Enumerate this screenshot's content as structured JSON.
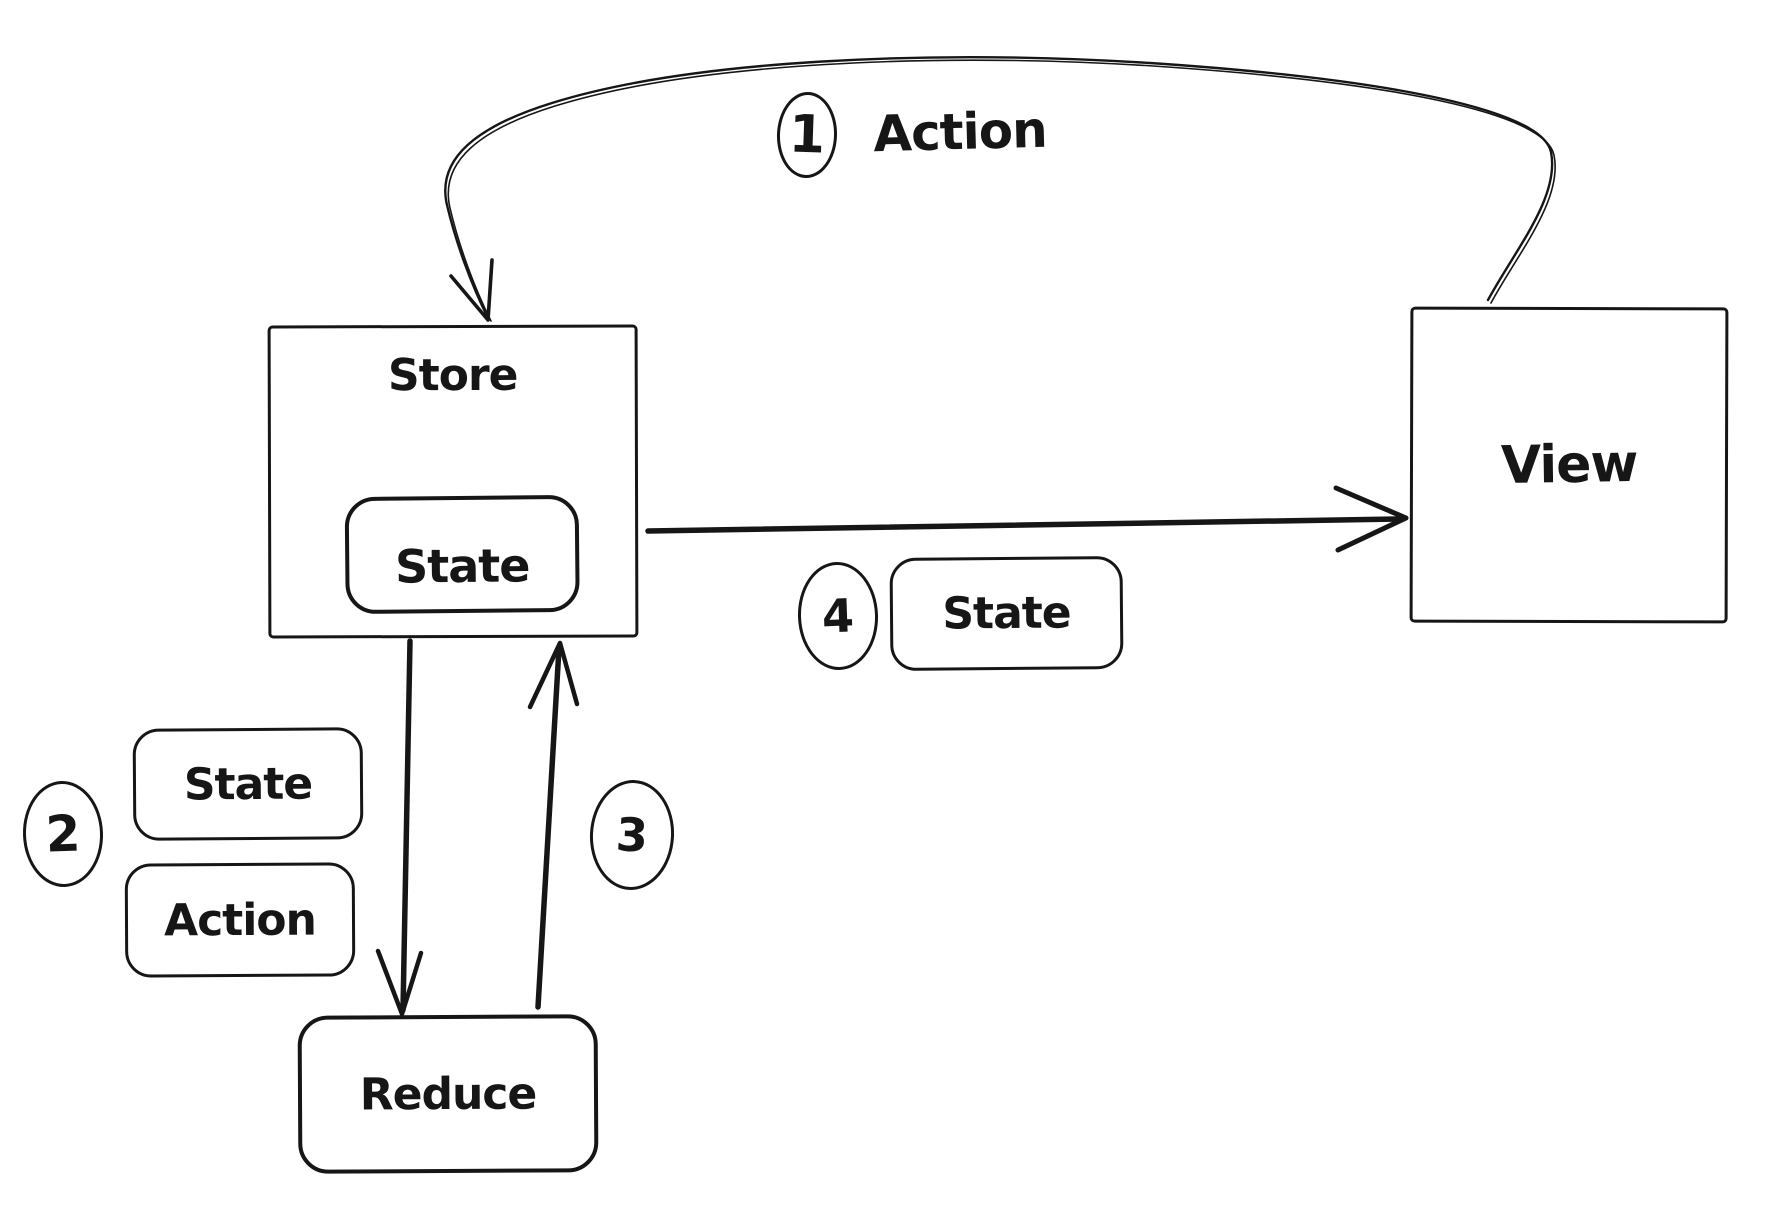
{
  "colors": {
    "ink": "#161616",
    "background": "#ffffff"
  },
  "nodes": {
    "store": {
      "label": "Store"
    },
    "store_state": {
      "label": "State"
    },
    "view": {
      "label": "View"
    },
    "reduce": {
      "label": "Reduce"
    }
  },
  "steps": {
    "step1": {
      "number": "1",
      "label": "Action"
    },
    "step2": {
      "number": "2",
      "labels": [
        "State",
        "Action"
      ]
    },
    "step3": {
      "number": "3"
    },
    "step4": {
      "number": "4",
      "label": "State"
    }
  }
}
